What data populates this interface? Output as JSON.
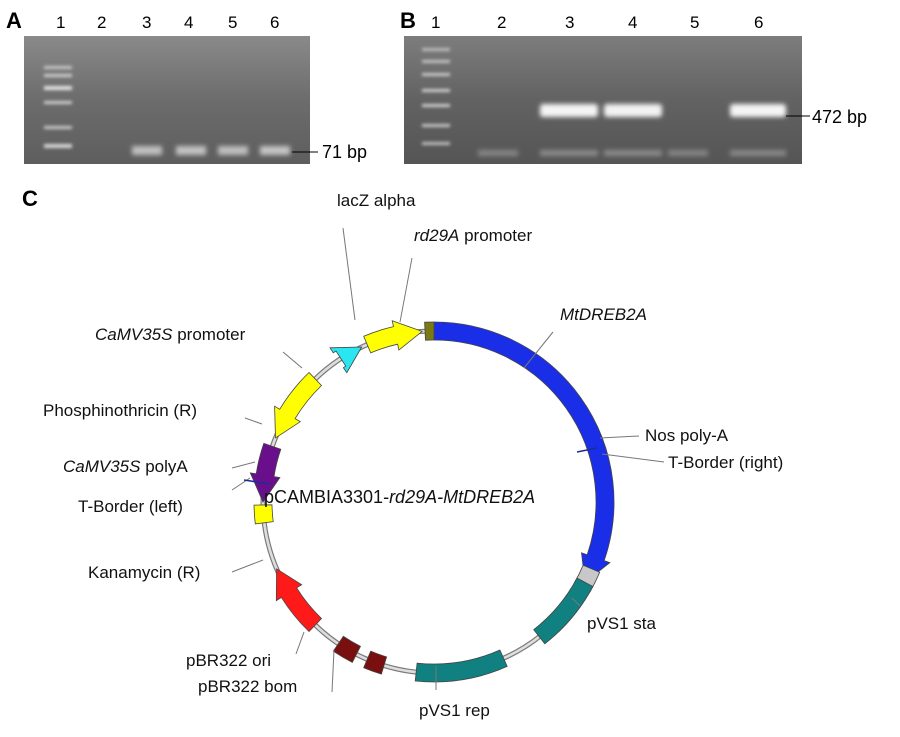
{
  "panels": {
    "a": {
      "letter": "A",
      "lanes": [
        "1",
        "2",
        "3",
        "4",
        "5",
        "6"
      ],
      "band_label": "71 bp"
    },
    "b": {
      "letter": "B",
      "lanes": [
        "1",
        "2",
        "3",
        "4",
        "5",
        "6"
      ],
      "band_label": "472 bp"
    },
    "c": {
      "letter": "C",
      "plasmid_name_plain": "pCAMBIA3301-",
      "plasmid_name_italic": "rd29A-MtDREB2A",
      "features": {
        "lacz": "lacZ alpha",
        "rd29a_italic": "rd29A",
        "rd29a_rest": " promoter",
        "mtdreb2a": "MtDREB2A",
        "camv35s_promoter_italic": "CaMV35S",
        "camv35s_promoter_rest": " promoter",
        "phosphinothricin": "Phosphinothricin (R)",
        "camv35s_polya_italic": "CaMV35S",
        "camv35s_polya_rest": " polyA",
        "tborder_left": "T-Border (left)",
        "nos_polya": "Nos poly-A",
        "tborder_right": "T-Border (right)",
        "kanamycin": "Kanamycin (R)",
        "pbr322_ori": "pBR322 ori",
        "pbr322_bom": "pBR322 bom",
        "pvs1_sta": "pVS1 sta",
        "pvs1_rep": "pVS1 rep"
      }
    }
  },
  "colors": {
    "gel_bg": "#6f6f6f",
    "backbone": "#9a9a9a",
    "mtdreb2a": "#1a2ee8",
    "rd29a": "#ffff00",
    "lacz": "#29e6f0",
    "camv35s": "#ffff00",
    "phosphinothricin": "#6a0f8c",
    "kanamycin": "#ff1a1a",
    "pbr322": "#7a0f0f",
    "pvs1": "#118080",
    "nos": "#c8c8c8",
    "junction": "#7a7a14",
    "tborder": "#1f2a9c"
  }
}
